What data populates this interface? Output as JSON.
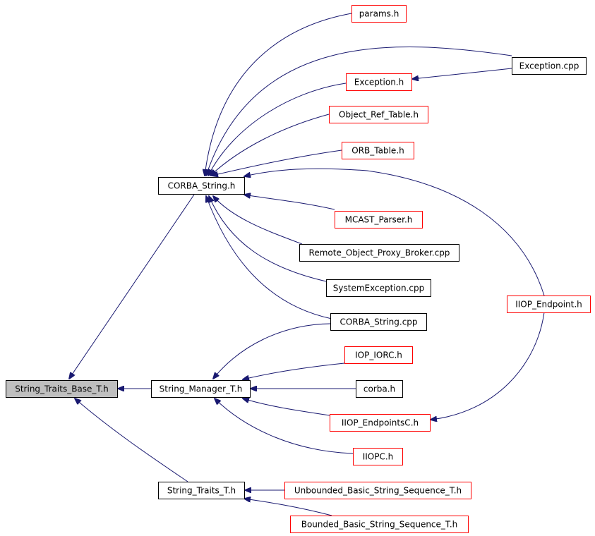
{
  "colors": {
    "edge": "#191970",
    "documented_border": "#000000",
    "undocumented_border": "#ff0000",
    "root_fill": "#bfbfbf"
  },
  "nodes": {
    "string_traits_base_t_h": {
      "label": "String_Traits_Base_T.h",
      "kind": "root"
    },
    "corba_string_h": {
      "label": "CORBA_String.h",
      "kind": "black"
    },
    "string_manager_t_h": {
      "label": "String_Manager_T.h",
      "kind": "black"
    },
    "string_traits_t_h": {
      "label": "String_Traits_T.h",
      "kind": "black"
    },
    "params_h": {
      "label": "params.h",
      "kind": "red"
    },
    "exception_cpp": {
      "label": "Exception.cpp",
      "kind": "black"
    },
    "exception_h": {
      "label": "Exception.h",
      "kind": "red"
    },
    "object_ref_table_h": {
      "label": "Object_Ref_Table.h",
      "kind": "red"
    },
    "orb_table_h": {
      "label": "ORB_Table.h",
      "kind": "red"
    },
    "mcast_parser_h": {
      "label": "MCAST_Parser.h",
      "kind": "red"
    },
    "remote_object_proxy_broker_cpp": {
      "label": "Remote_Object_Proxy_Broker.cpp",
      "kind": "black"
    },
    "systemexception_cpp": {
      "label": "SystemException.cpp",
      "kind": "black"
    },
    "corba_string_cpp": {
      "label": "CORBA_String.cpp",
      "kind": "black"
    },
    "iiop_endpoint_h": {
      "label": "IIOP_Endpoint.h",
      "kind": "red"
    },
    "iop_iorc_h": {
      "label": "IOP_IORC.h",
      "kind": "red"
    },
    "corba_h": {
      "label": "corba.h",
      "kind": "black"
    },
    "iiop_endpointsc_h": {
      "label": "IIOP_EndpointsC.h",
      "kind": "red"
    },
    "iiopc_h": {
      "label": "IIOPC.h",
      "kind": "red"
    },
    "unbounded_basic_string_sequence_t_h": {
      "label": "Unbounded_Basic_String_Sequence_T.h",
      "kind": "red"
    },
    "bounded_basic_string_sequence_t_h": {
      "label": "Bounded_Basic_String_Sequence_T.h",
      "kind": "red"
    }
  },
  "edges": [
    {
      "from": "corba_string_h",
      "to": "string_traits_base_t_h"
    },
    {
      "from": "string_manager_t_h",
      "to": "string_traits_base_t_h"
    },
    {
      "from": "string_traits_t_h",
      "to": "string_traits_base_t_h"
    },
    {
      "from": "params_h",
      "to": "corba_string_h"
    },
    {
      "from": "exception_cpp",
      "to": "corba_string_h"
    },
    {
      "from": "exception_cpp",
      "to": "exception_h"
    },
    {
      "from": "exception_h",
      "to": "corba_string_h"
    },
    {
      "from": "object_ref_table_h",
      "to": "corba_string_h"
    },
    {
      "from": "orb_table_h",
      "to": "corba_string_h"
    },
    {
      "from": "iiop_endpoint_h",
      "to": "corba_string_h"
    },
    {
      "from": "mcast_parser_h",
      "to": "corba_string_h"
    },
    {
      "from": "remote_object_proxy_broker_cpp",
      "to": "corba_string_h"
    },
    {
      "from": "systemexception_cpp",
      "to": "corba_string_h"
    },
    {
      "from": "corba_string_cpp",
      "to": "corba_string_h"
    },
    {
      "from": "corba_string_cpp",
      "to": "string_manager_t_h"
    },
    {
      "from": "iop_iorc_h",
      "to": "string_manager_t_h"
    },
    {
      "from": "corba_h",
      "to": "string_manager_t_h"
    },
    {
      "from": "iiop_endpointsc_h",
      "to": "string_manager_t_h"
    },
    {
      "from": "iiop_endpoint_h",
      "to": "iiop_endpointsc_h"
    },
    {
      "from": "iiopc_h",
      "to": "string_manager_t_h"
    },
    {
      "from": "unbounded_basic_string_sequence_t_h",
      "to": "string_traits_t_h"
    },
    {
      "from": "bounded_basic_string_sequence_t_h",
      "to": "string_traits_t_h"
    }
  ]
}
